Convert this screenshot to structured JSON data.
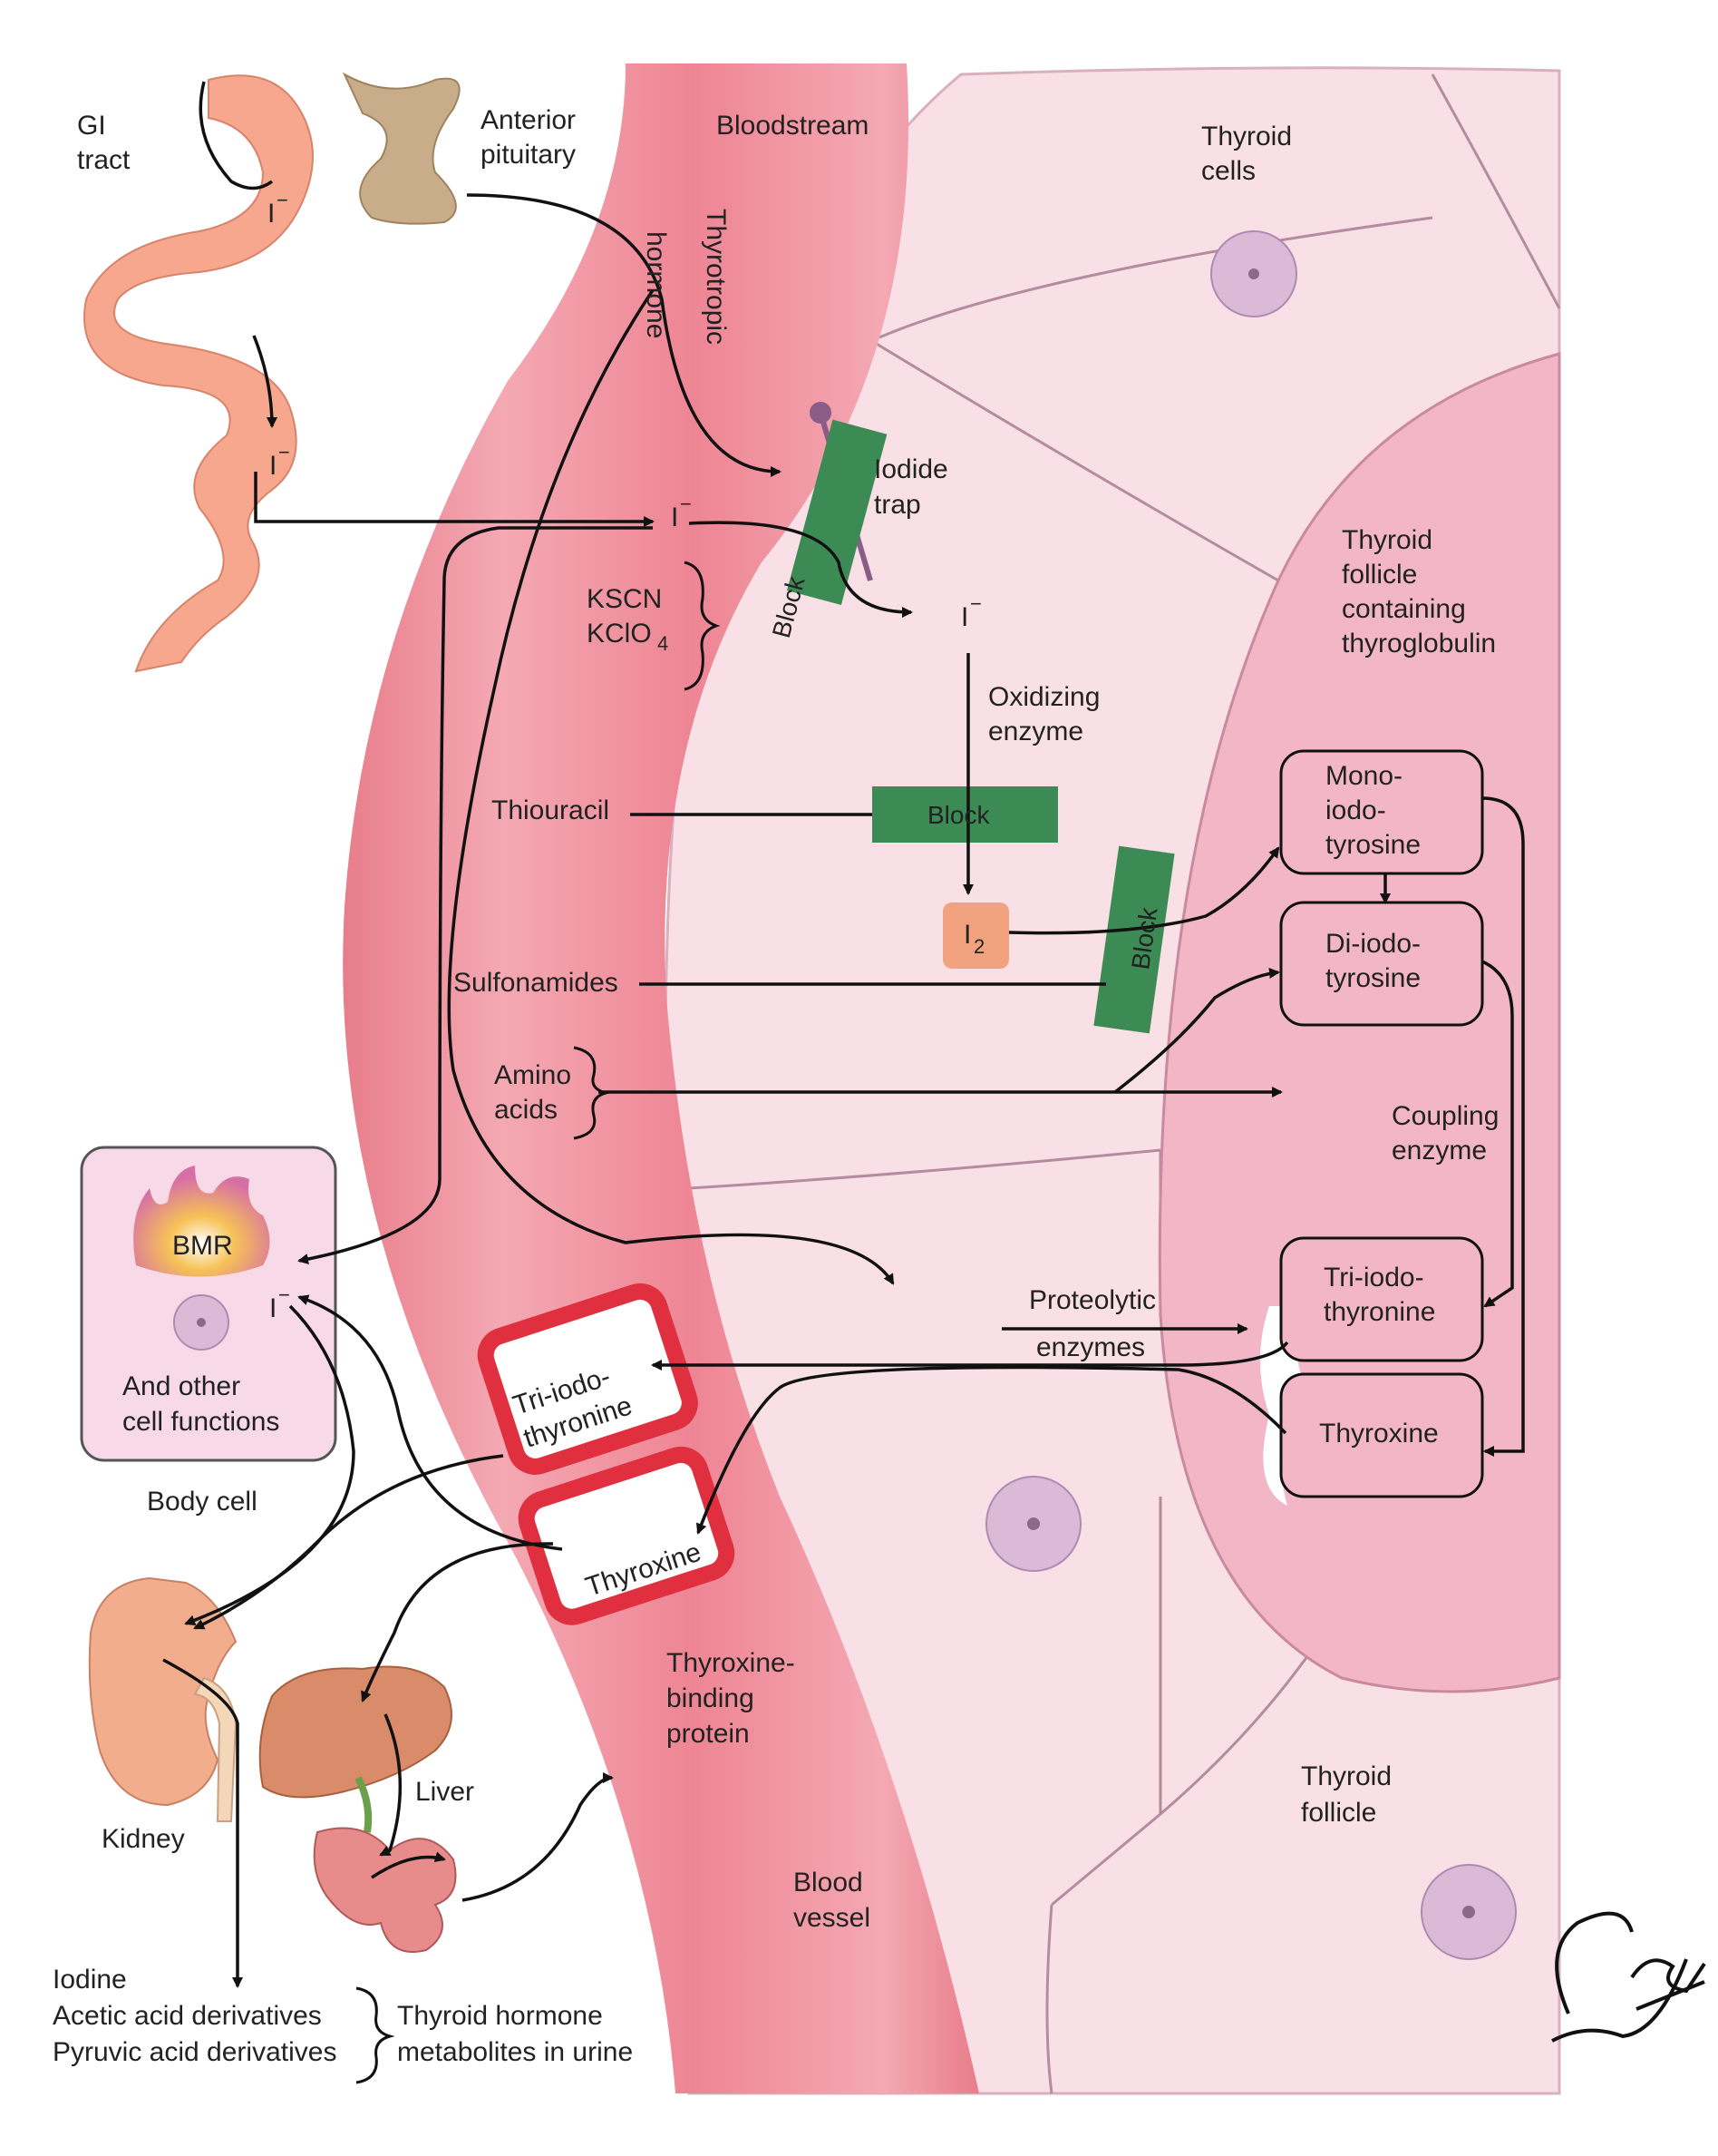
{
  "colors": {
    "vessel_outer": "#e87d8a",
    "vessel_inner": "#f4a9b3",
    "vessel_core": "#ee8594",
    "thyroid_tissue": "#f9e0e6",
    "cell_lines": "#b58ba0",
    "follicle_colloid": "#f3b6c7",
    "block_green": "#3c8b55",
    "hormone_box": "#e02f3f",
    "iodine_box": "#f3a27f",
    "gi_tract": "#f6a78e",
    "pituitary": "#c9ad8b",
    "kidney": "#f2ad8c",
    "liver": "#d98b6a",
    "nucleus": "#d9b7d5",
    "body_cell_bg": "#f7d9e7",
    "flame": "#f7c257",
    "arrow": "#111111"
  },
  "labels": {
    "gi_tract": [
      "GI",
      "tract"
    ],
    "anterior_pituitary": [
      "Anterior",
      "pituitary"
    ],
    "bloodstream": "Bloodstream",
    "thyrotropic": "Thyrotropic",
    "hormone": "hormone",
    "thyroid_cells": [
      "Thyroid",
      "cells"
    ],
    "iodide_gi_1": "I",
    "iodide_gi_2": "I",
    "iodide_blood": "I",
    "iodide_cell": "I",
    "iodide_body": "I",
    "minus": "−",
    "iodide_trap": [
      "Iodide",
      "trap"
    ],
    "thyroid_follicle_colloid": [
      "Thyroid",
      "follicle",
      "containing",
      "thyroglobulin"
    ],
    "kscn": "KSCN",
    "kclo4_base": "KClO",
    "kclo4_sub": "4",
    "block_1": "Block",
    "oxidizing_enzyme": [
      "Oxidizing",
      "enzyme"
    ],
    "thiouracil": "Thiouracil",
    "block_2": "Block",
    "mono_iodotyrosine": [
      "Mono-",
      "iodo-",
      "tyrosine"
    ],
    "i2_base": "I",
    "i2_sub": "2",
    "block_3": "Block",
    "di_iodotyrosine": [
      "Di-iodo-",
      "tyrosine"
    ],
    "sulfonamides": "Sulfonamides",
    "amino_acids": [
      "Amino",
      "acids"
    ],
    "coupling_enzyme": [
      "Coupling",
      "enzyme"
    ],
    "bmr": "BMR",
    "proteolytic_enzymes": [
      "Proteolytic",
      "enzymes"
    ],
    "tri_iodothyronine_follicle": [
      "Tri-iodo-",
      "thyronine"
    ],
    "tri_iodothyronine_blood": [
      "Tri-iodo-",
      "thyronine"
    ],
    "other_cell_functions": [
      "And other",
      "cell functions"
    ],
    "thyroxine_follicle": "Thyroxine",
    "body_cell": "Body cell",
    "thyroxine_blood": "Thyroxine",
    "thyroxine_binding_protein": [
      "Thyroxine-",
      "binding",
      "protein"
    ],
    "liver": "Liver",
    "kidney": "Kidney",
    "thyroid_follicle": [
      "Thyroid",
      "follicle"
    ],
    "blood_vessel": [
      "Blood",
      "vessel"
    ],
    "urine_items": [
      "Iodine",
      "Acetic acid derivatives",
      "Pyruvic acid derivatives"
    ],
    "urine_metabolites": [
      "Thyroid hormone",
      "metabolites in urine"
    ],
    "signature": "F. Netter M.D."
  }
}
